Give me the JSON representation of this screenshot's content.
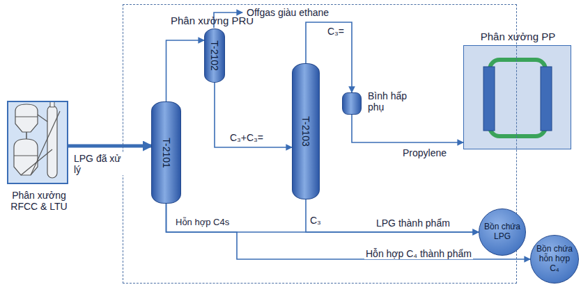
{
  "diagram": {
    "nodes": [
      {
        "text": [
          "Phân xưởng RFCC & LTU"
        ]
      },
      {
        "text": [
          "Phân xưởng PRU"
        ]
      },
      {
        "text": [
          "T-2101"
        ],
        "in": 1
      },
      {
        "text": [
          "T-2102"
        ],
        "in": 1
      },
      {
        "text": [
          "T-2103"
        ],
        "in": 1
      },
      {
        "text": [
          "Bình hấp phụ"
        ],
        "in": 1
      },
      {
        "text": [
          "Phân xưởng PP"
        ]
      },
      {
        "text": [
          "Bồn chứa LPG"
        ]
      },
      {
        "text": [
          "Bồn chứa hỗn hợp C₄"
        ]
      }
    ],
    "edges": [
      {
        "from": 0,
        "to": 2,
        "arrow": "to",
        "label": "LPG đã xử lý"
      },
      {
        "from": 2,
        "to": 3,
        "arrow": "to"
      },
      {
        "from": 3,
        "to": 4,
        "arrow": "to",
        "label": "C₃+C₃="
      },
      {
        "from": 4,
        "to": 5,
        "arrow": "to",
        "label": "C₃="
      },
      {
        "from": 5,
        "to": 6,
        "arrow": "to",
        "label": "Propylene"
      },
      {
        "from": 2,
        "to": 7,
        "arrow": "to",
        "label": "Hỗn hợp C4s"
      },
      {
        "from": 4,
        "to": 7,
        "arrow": "to",
        "label": "C₃"
      },
      {
        "from": 2,
        "to": 8,
        "arrow": "to",
        "label": "Hỗn hợp C₄ thành phẩm"
      }
    ],
    "labels": [
      "Offgas giàu ethane",
      "LPG thành phẩm"
    ]
  }
}
